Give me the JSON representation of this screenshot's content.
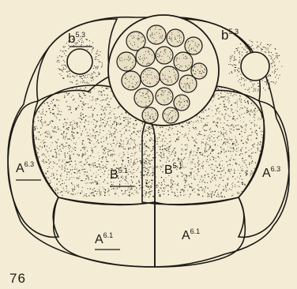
{
  "figure": {
    "caption": "76",
    "labels": {
      "b53_left": {
        "base": "b",
        "sup": "5.3"
      },
      "b53_right": {
        "base": "b",
        "sup": "5.3"
      },
      "a63_left": {
        "base": "A",
        "sup": "6.3"
      },
      "a63_right": {
        "base": "A",
        "sup": "6.3"
      },
      "b51_left": {
        "base": "B",
        "sup": "5.1"
      },
      "b51_right": {
        "base": "B",
        "sup": "5.1"
      },
      "a61_left": {
        "base": "A",
        "sup": "6.1"
      },
      "a61_right": {
        "base": "A",
        "sup": "6.1"
      }
    }
  },
  "colors": {
    "background": "#f4ecd4",
    "ink": "#1c1a16"
  }
}
